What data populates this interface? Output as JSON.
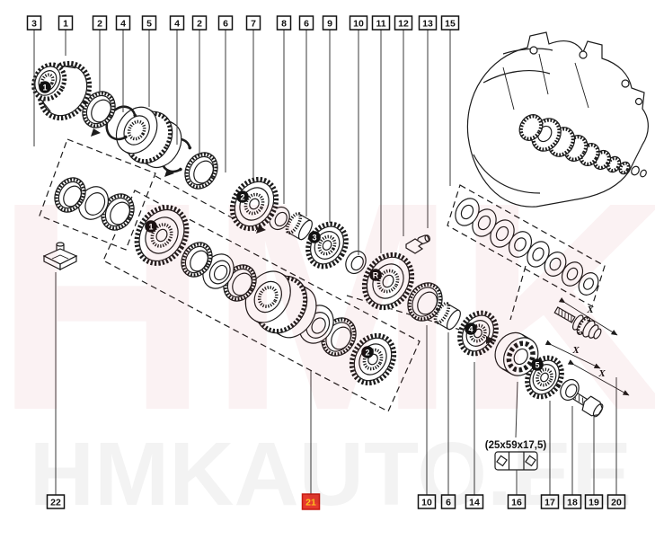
{
  "diagram": {
    "bearing_spec": "(25x59x17,5)",
    "dim_labels": [
      "X",
      "X",
      "X"
    ],
    "watermark_center": "HMK",
    "watermark_bottom": "HMKAUTO.EE"
  },
  "callouts_top": [
    {
      "label": "3"
    },
    {
      "label": "1"
    },
    {
      "label": "2"
    },
    {
      "label": "4"
    },
    {
      "label": "5"
    },
    {
      "label": "4"
    },
    {
      "label": "2"
    },
    {
      "label": "6"
    },
    {
      "label": "7"
    },
    {
      "label": "8"
    },
    {
      "label": "6"
    },
    {
      "label": "9"
    },
    {
      "label": "10"
    },
    {
      "label": "11"
    },
    {
      "label": "12"
    },
    {
      "label": "13"
    },
    {
      "label": "15"
    }
  ],
  "callouts_bottom": [
    {
      "label": "22",
      "highlighted": false
    },
    {
      "label": "21",
      "highlighted": true
    },
    {
      "label": "10",
      "highlighted": false
    },
    {
      "label": "6",
      "highlighted": false
    },
    {
      "label": "14",
      "highlighted": false
    },
    {
      "label": "16",
      "highlighted": false
    },
    {
      "label": "17",
      "highlighted": false
    },
    {
      "label": "18",
      "highlighted": false
    },
    {
      "label": "19",
      "highlighted": false
    },
    {
      "label": "20",
      "highlighted": false
    }
  ],
  "badges": [
    {
      "label": "1"
    },
    {
      "label": "2"
    },
    {
      "label": "3"
    },
    {
      "label": "R"
    },
    {
      "label": "4"
    },
    {
      "label": "1"
    },
    {
      "label": "2"
    },
    {
      "label": "5"
    }
  ],
  "colors": {
    "line": "#1c1c1c",
    "highlight_fill": "#e63a2e",
    "highlight_border": "#c61a10",
    "highlight_text": "#ffc31e",
    "watermark_red": "#c81e2d"
  }
}
